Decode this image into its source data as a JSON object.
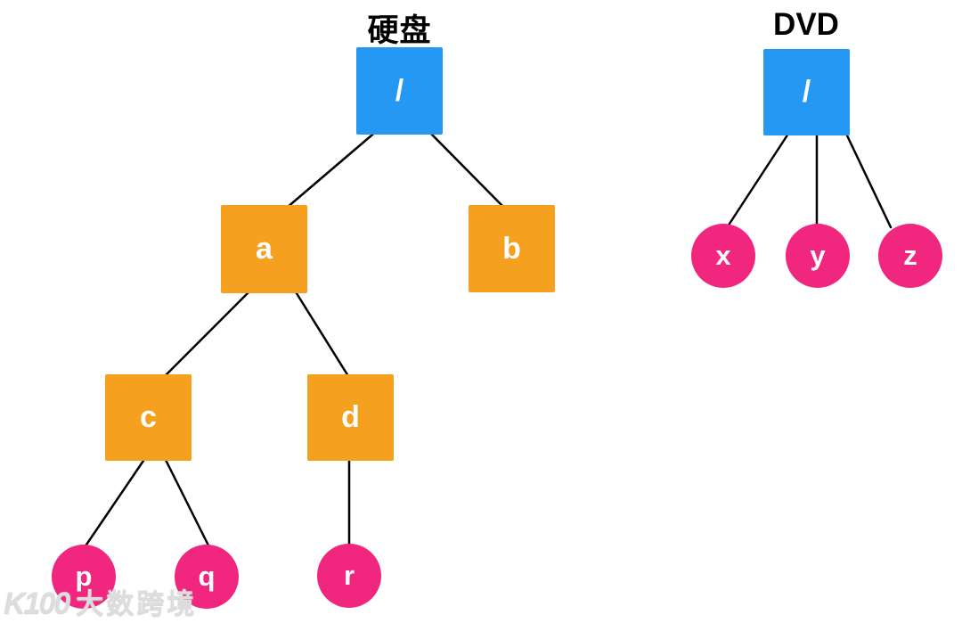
{
  "diagram": {
    "trees": [
      {
        "title": "硬盘",
        "nodes": {
          "root": "/",
          "a": "a",
          "b": "b",
          "c": "c",
          "d": "d",
          "p": "p",
          "q": "q",
          "r": "r"
        },
        "hierarchy": {
          "/": [
            "a",
            "b"
          ],
          "a": [
            "c",
            "d"
          ],
          "c": [
            "p",
            "q"
          ],
          "d": [
            "r"
          ]
        }
      },
      {
        "title": "DVD",
        "nodes": {
          "root": "/",
          "x": "x",
          "y": "y",
          "z": "z"
        },
        "hierarchy": {
          "/": [
            "x",
            "y",
            "z"
          ]
        }
      }
    ],
    "colors": {
      "root_node_blue": "#2598F3",
      "branch_node_orange": "#F5A01E",
      "leaf_node_pink": "#F1267E",
      "edge_black": "#000000",
      "node_label_white": "#FFFFFF",
      "title_black": "#000000"
    },
    "watermark": {
      "logo": "K100",
      "text": "大数跨境"
    }
  }
}
